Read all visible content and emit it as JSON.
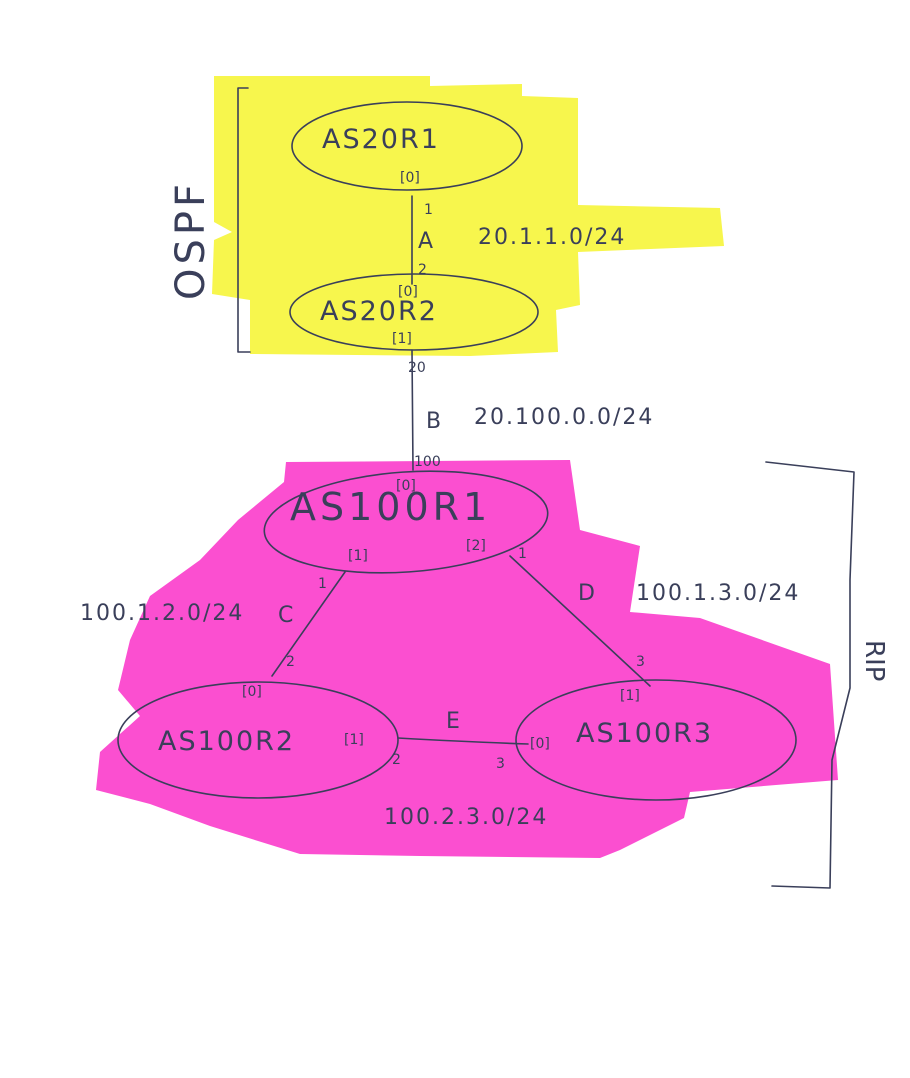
{
  "regions": {
    "ospf": {
      "label": "OSPF",
      "color": "#f7f64d"
    },
    "rip": {
      "label": "RIP",
      "color": "#fb4fd0"
    }
  },
  "routers": {
    "as20r1": {
      "label": "AS20R1",
      "ifaces": [
        "[0]"
      ]
    },
    "as20r2": {
      "label": "AS20R2",
      "ifaces": [
        "[0]",
        "[1]"
      ]
    },
    "as100r1": {
      "label": "AS100R1",
      "ifaces": [
        "[0]",
        "[1]",
        "[2]"
      ]
    },
    "as100r2": {
      "label": "AS100R2",
      "ifaces": [
        "[0]",
        "[1]"
      ]
    },
    "as100r3": {
      "label": "AS100R3",
      "ifaces": [
        "[0]",
        "[1]"
      ]
    }
  },
  "links": {
    "A": {
      "letter": "A",
      "subnet": "20.1.1.0/24",
      "end1": "1",
      "end2": "2"
    },
    "B": {
      "letter": "B",
      "subnet": "20.100.0.0/24",
      "end1": "20",
      "end2": "100"
    },
    "C": {
      "letter": "C",
      "subnet": "100.1.2.0/24",
      "end1": "1",
      "end2": "2"
    },
    "D": {
      "letter": "D",
      "subnet": "100.1.3.0/24",
      "end1": "1",
      "end2": "3"
    },
    "E": {
      "letter": "E",
      "subnet": "100.2.3.0/24",
      "end1": "2",
      "end2": "3"
    }
  }
}
